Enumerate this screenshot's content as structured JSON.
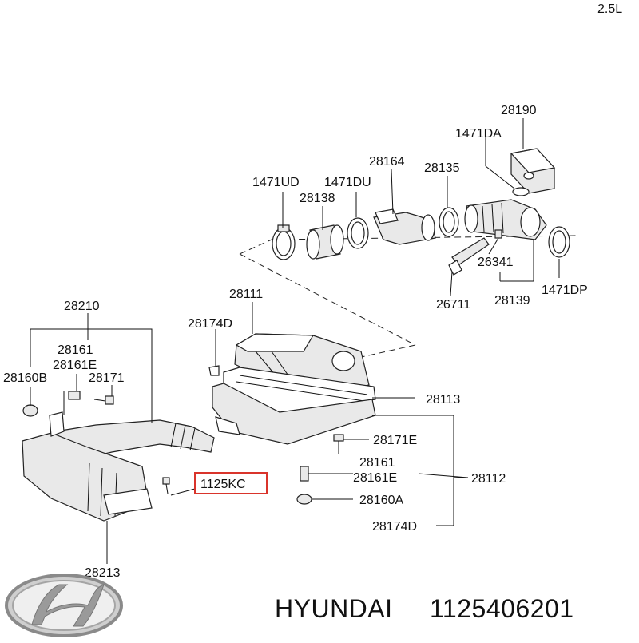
{
  "engine_note": "2.5L",
  "brand": "HYUNDAI",
  "part_number": "1125406201",
  "highlighted_part": "1125KC",
  "labels": {
    "p28190": "28190",
    "p1471DA": "1471DA",
    "p28164": "28164",
    "p28135": "28135",
    "p1471UD": "1471UD",
    "p1471DU": "1471DU",
    "p28138": "28138",
    "p26341": "26341",
    "p26711": "26711",
    "p28139": "28139",
    "p1471DP": "1471DP",
    "p28111": "28111",
    "p28174D_top": "28174D",
    "p28210": "28210",
    "p28161_left": "28161",
    "p28161E_left": "28161E",
    "p28160B": "28160B",
    "p28171": "28171",
    "p28113": "28113",
    "p28171E": "28171E",
    "p28161_right": "28161",
    "p28161E_right": "28161E",
    "p28112": "28112",
    "p28160A": "28160A",
    "p28174D_bottom": "28174D",
    "p28213": "28213"
  },
  "colors": {
    "highlight_box": "#d9342b",
    "logo_silver": "#9a9a9a"
  }
}
